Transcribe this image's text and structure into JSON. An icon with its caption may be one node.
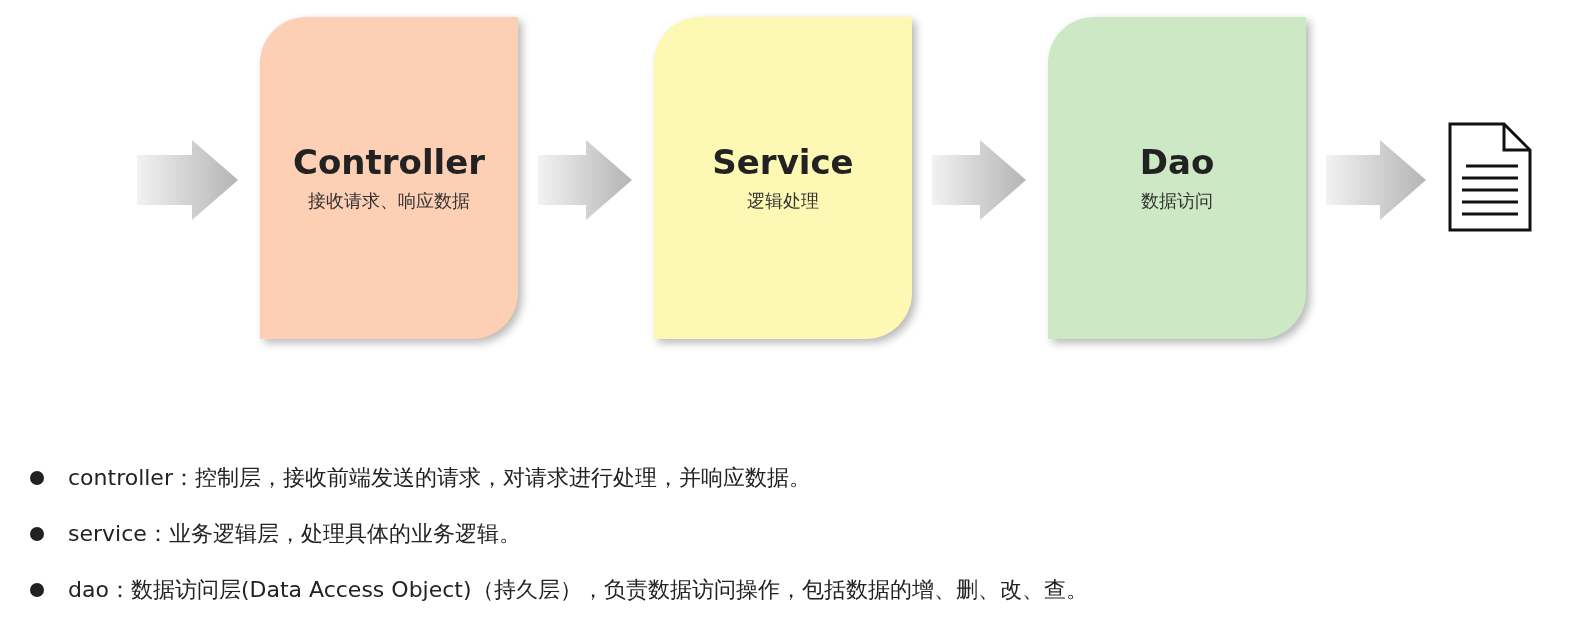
{
  "diagram": {
    "nodes": [
      {
        "text": [
          "Controller",
          "接收请求、响应数据"
        ]
      },
      {
        "text": [
          "Service",
          "逻辑处理"
        ]
      },
      {
        "text": [
          "Dao",
          "数据访问"
        ]
      },
      {
        "text": [],
        "shape": "document"
      }
    ],
    "edges": [
      {
        "from": null,
        "to": 0,
        "arrow": "to"
      },
      {
        "from": 0,
        "to": 1,
        "arrow": "to"
      },
      {
        "from": 1,
        "to": 2,
        "arrow": "to"
      },
      {
        "from": 2,
        "to": 3,
        "arrow": "to"
      }
    ],
    "labels": [
      "controller：控制层，接收前端发送的请求，对请求进行处理，并响应数据。",
      "service：业务逻辑层，处理具体的业务逻辑。",
      "dao：数据访问层(Data Access Object)（持久层），负责数据访问操作，包括数据的增、删、改、查。"
    ]
  }
}
